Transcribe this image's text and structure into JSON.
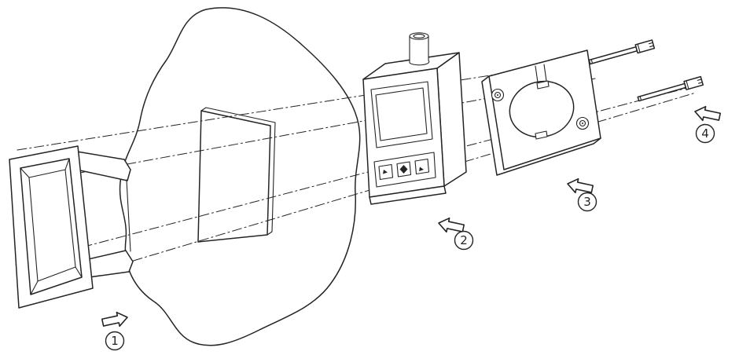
{
  "canvas": {
    "background": "#ffffff",
    "stroke_color": "#272324"
  },
  "diagram": {
    "type": "exploded-assembly-installation-diagram",
    "steps": [
      {
        "label": "1",
        "part": "panel-mount-bezel-front-frame",
        "arrow_direction": "right"
      },
      {
        "label": "2",
        "part": "digital-pressure-switch-body",
        "arrow_direction": "left"
      },
      {
        "label": "3",
        "part": "rear-mounting-bracket",
        "arrow_direction": "left"
      },
      {
        "label": "4",
        "part": "mounting-screws",
        "arrow_direction": "left"
      }
    ]
  }
}
